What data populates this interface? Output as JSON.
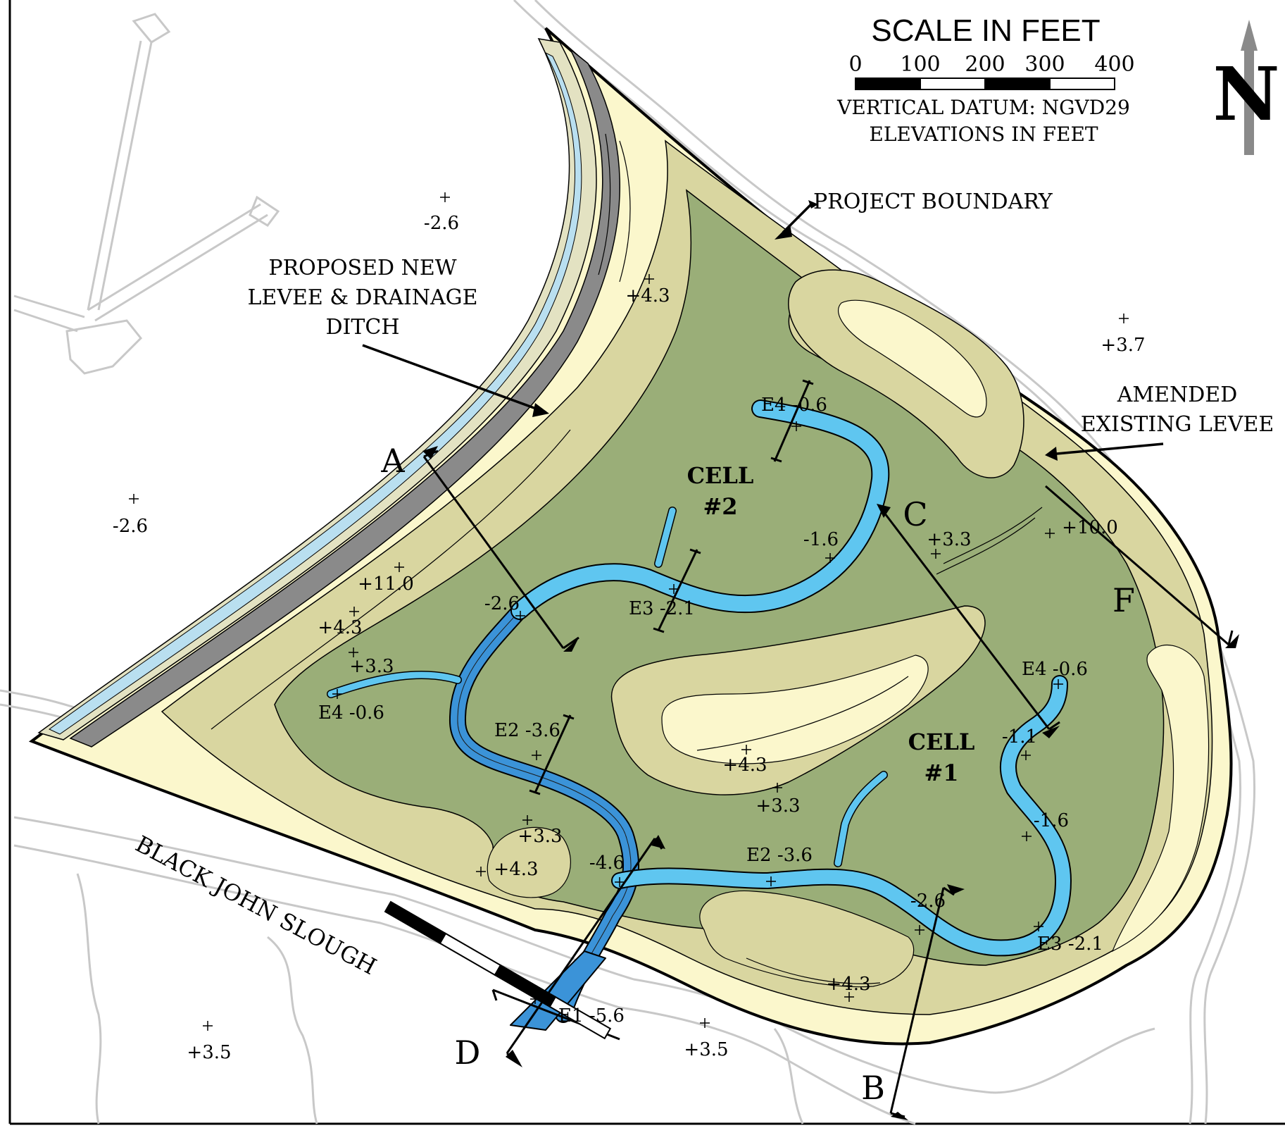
{
  "scale_bar": {
    "title": "SCALE IN FEET",
    "ticks": [
      "0",
      "100",
      "200",
      "300",
      "400"
    ],
    "datum": "VERTICAL DATUM: NGVD29",
    "units": "ELEVATIONS IN FEET"
  },
  "north_arrow": {
    "label": "N"
  },
  "callouts": {
    "project_boundary": "PROJECT BOUNDARY",
    "proposed_levee": [
      "PROPOSED NEW",
      "LEVEE & DRAINAGE",
      "DITCH"
    ],
    "amended_levee": [
      "AMENDED",
      "EXISTING LEVEE"
    ],
    "slough": "BLACK JOHN SLOUGH"
  },
  "cells": [
    {
      "line1": "CELL",
      "line2": "#2"
    },
    {
      "line1": "CELL",
      "line2": "#1"
    }
  ],
  "sections": [
    "A",
    "B",
    "C",
    "D",
    "F"
  ],
  "elevations": [
    "-2.6",
    "-2.6",
    "+4.3",
    "+3.7",
    "+11.0",
    "+4.3",
    "+3.3",
    "E4 -0.6",
    "E4 -0.6",
    "-1.6",
    "+3.3",
    "+10.0",
    "-2.6",
    "E3 -2.1",
    "E2 -3.6",
    "+4.3",
    "+3.3",
    "E4 -0.6",
    "-1.1",
    "-1.6",
    "+3.3",
    "+4.3",
    "-4.6",
    "E2 -3.6",
    "-2.6",
    "E3 -2.1",
    "+4.3",
    "E1 -5.6",
    "+3.5",
    "+3.5"
  ],
  "colors": {
    "wetland": "#9aae78",
    "mid_upland": "#d9d6a0",
    "high_upland": "#fbf7cc",
    "channel": "#5fc6f0",
    "channel_deep": "#3b93d8",
    "levee_gray": "#8a8a8a",
    "levee_light": "#e3e2c2",
    "ditch_blue": "#b9dff0",
    "background_lines": "#c8c8c8"
  }
}
